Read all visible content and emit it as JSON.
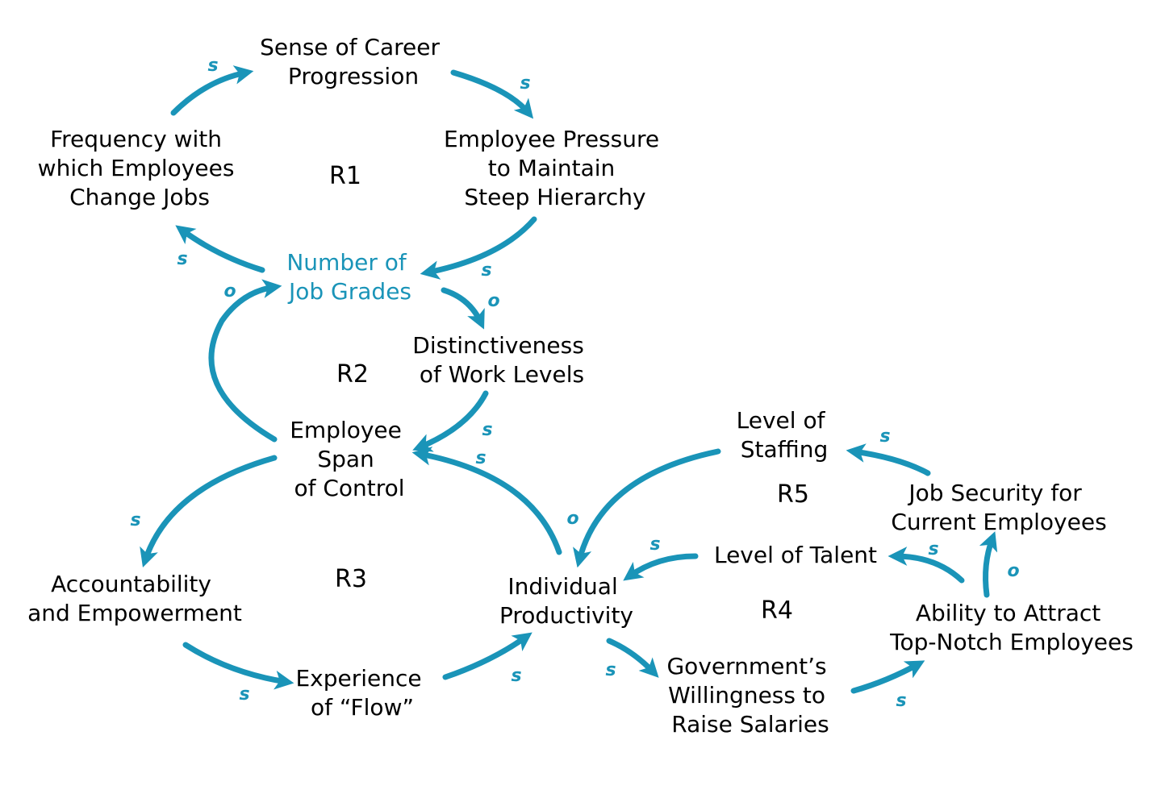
{
  "colors": {
    "accent": "#1a94b8",
    "text": "#000000",
    "background": "#ffffff"
  },
  "nodes": [
    {
      "id": "career",
      "lines": [
        "Sense of Career",
        "Progression"
      ]
    },
    {
      "id": "pressure",
      "lines": [
        "Employee Pressure",
        "to Maintain",
        "Steep Hierarchy"
      ]
    },
    {
      "id": "frequency",
      "lines": [
        "Frequency with",
        "which Employees",
        "Change Jobs"
      ]
    },
    {
      "id": "jobgrades",
      "lines": [
        "Number of",
        "Job Grades"
      ],
      "highlight": true
    },
    {
      "id": "distinct",
      "lines": [
        "Distinctiveness",
        "of Work Levels"
      ]
    },
    {
      "id": "span",
      "lines": [
        "Employee",
        "Span",
        "of Control"
      ]
    },
    {
      "id": "accountability",
      "lines": [
        "Accountability",
        "and Empowerment"
      ]
    },
    {
      "id": "flow",
      "lines": [
        "Experience",
        "of “Flow”"
      ]
    },
    {
      "id": "productivity",
      "lines": [
        "Individual",
        "Productivity"
      ]
    },
    {
      "id": "staffing",
      "lines": [
        "Level of",
        "Staffing"
      ]
    },
    {
      "id": "security",
      "lines": [
        "Job Security for",
        "Current Employees"
      ]
    },
    {
      "id": "talent",
      "lines": [
        "Level of Talent"
      ]
    },
    {
      "id": "attract",
      "lines": [
        "Ability to Attract",
        "Top-Notch Employees"
      ]
    },
    {
      "id": "salaries",
      "lines": [
        "Government’s",
        "Willingness to",
        "Raise Salaries"
      ]
    }
  ],
  "loops": [
    "R1",
    "R2",
    "R3",
    "R4",
    "R5"
  ],
  "links": [
    {
      "id": "frequency-career",
      "polarity": "s"
    },
    {
      "id": "career-pressure",
      "polarity": "s"
    },
    {
      "id": "pressure-jobgrades",
      "polarity": "s"
    },
    {
      "id": "jobgrades-frequency",
      "polarity": "s"
    },
    {
      "id": "jobgrades-distinct",
      "polarity": "o"
    },
    {
      "id": "distinct-span",
      "polarity": "s"
    },
    {
      "id": "span-jobgrades",
      "polarity": "o"
    },
    {
      "id": "productivity-span",
      "polarity": "s"
    },
    {
      "id": "span-accountability",
      "polarity": "s"
    },
    {
      "id": "accountability-flow",
      "polarity": "s"
    },
    {
      "id": "flow-productivity",
      "polarity": "s"
    },
    {
      "id": "staffing-productivity",
      "polarity": "o"
    },
    {
      "id": "security-staffing",
      "polarity": "s"
    },
    {
      "id": "talent-productivity",
      "polarity": "s"
    },
    {
      "id": "attract-talent",
      "polarity": "s"
    },
    {
      "id": "attract-security",
      "polarity": "o"
    },
    {
      "id": "productivity-salaries",
      "polarity": "s"
    },
    {
      "id": "salaries-attract",
      "polarity": "s"
    }
  ]
}
